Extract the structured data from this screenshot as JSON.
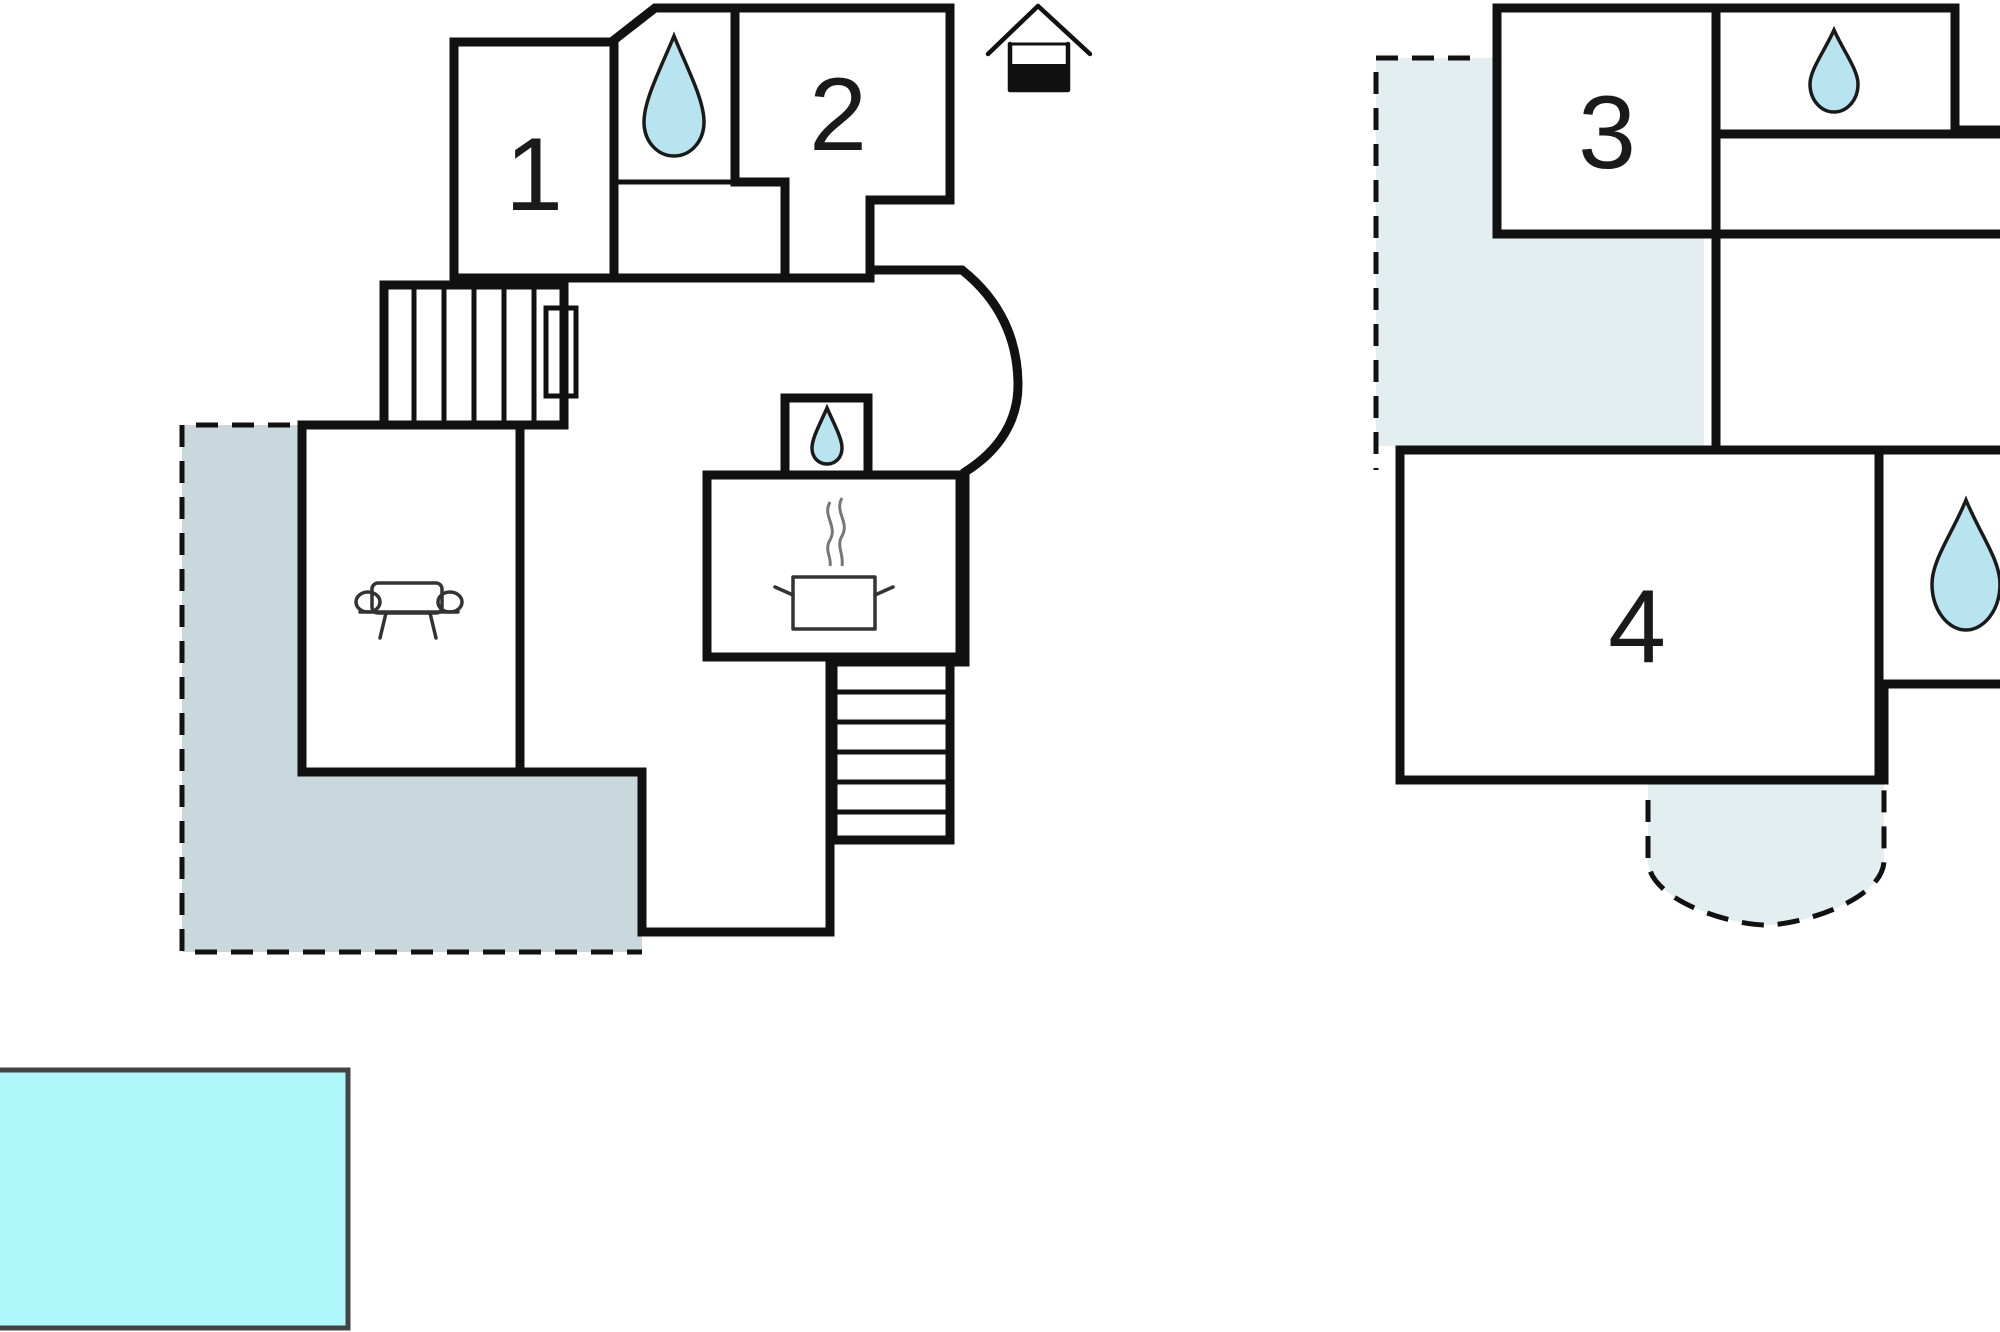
{
  "floor_plan": {
    "left_unit": {
      "bedrooms": [
        {
          "label": "1",
          "type": "bedroom"
        },
        {
          "label": "2",
          "type": "bedroom"
        }
      ],
      "rooms": [
        "bathroom",
        "living-room",
        "kitchen",
        "small-bathroom",
        "staircase",
        "staircase",
        "terrace"
      ]
    },
    "right_unit": {
      "bedrooms": [
        {
          "label": "3",
          "type": "bedroom"
        },
        {
          "label": "4",
          "type": "bedroom"
        }
      ],
      "rooms": [
        "bathroom",
        "bathroom",
        "terrace",
        "balcony"
      ]
    },
    "outdoor": [
      "pool"
    ],
    "icons": [
      "entrance-house-icon",
      "water-drop-icon",
      "sofa-icon",
      "cooking-pot-icon"
    ],
    "colors": {
      "walls": "#111111",
      "terrace": "#c9d8dc",
      "terrace_light": "#e3eef1",
      "pool": "#aef7fb",
      "water_drop": "#b7e4ee"
    }
  }
}
